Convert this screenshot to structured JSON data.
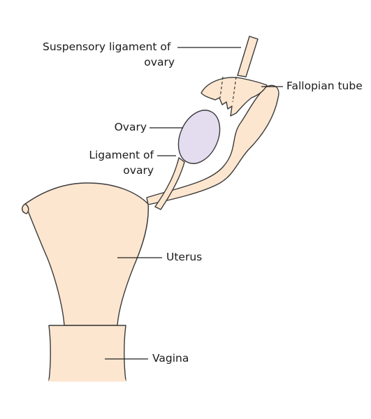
{
  "labels": {
    "suspensory_line1": "Suspensory ligament of",
    "suspensory_line2": "ovary",
    "fallopian_tube": "Fallopian tube",
    "ovary": "Ovary",
    "ligament_line1": "Ligament of",
    "ligament_line2": "ovary",
    "uterus": "Uterus",
    "vagina": "Vagina"
  },
  "colors": {
    "tissue_fill": "#fde6cf",
    "ovary_fill": "#e4dcef",
    "outline": "#3a3a3a",
    "leader_line": "#222222"
  }
}
